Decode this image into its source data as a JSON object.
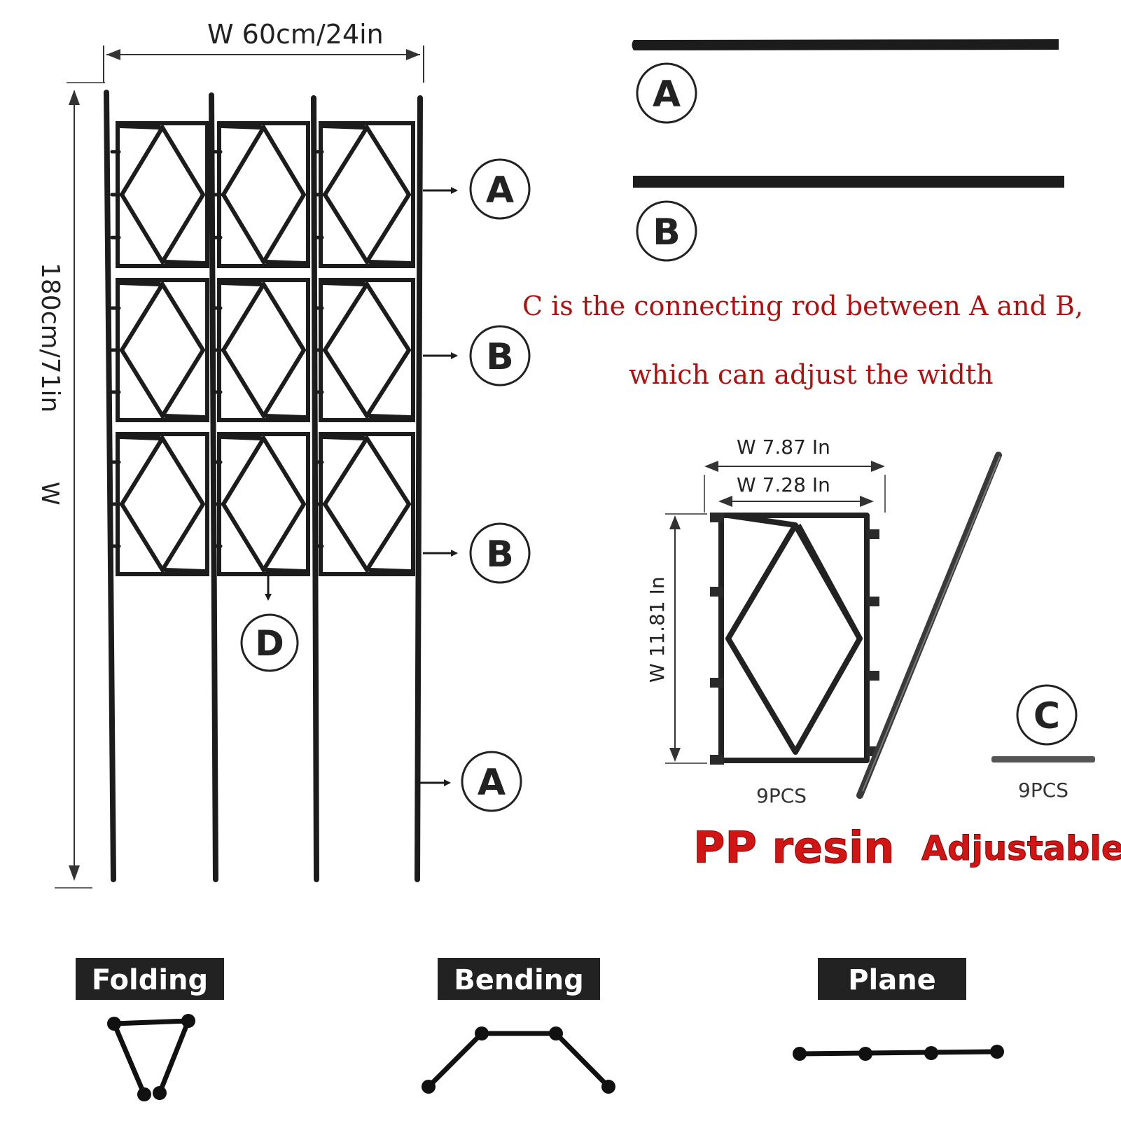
{
  "overall": {
    "width_label": "W 60cm/24in",
    "height_label": "180cm/71in",
    "height_prefix": "W"
  },
  "parts": {
    "a": "A",
    "b": "B",
    "c": "C",
    "d": "D"
  },
  "note": {
    "line1": "C is the connecting rod between A and B,",
    "line2": "which can adjust the width"
  },
  "panel_detail": {
    "outer_width": "W 7.87 In",
    "inner_width": "W 7.28 In",
    "height": "W 11.81 In",
    "panel_qty": "9PCS",
    "connector_qty": "9PCS"
  },
  "features": {
    "material": "PP resin",
    "adjustable": "Adjustable"
  },
  "modes": {
    "folding": "Folding",
    "bending": "Bending",
    "plane": "Plane"
  },
  "colors": {
    "frame": "#1c1c1c",
    "note_red": "#b01010",
    "title_red": "#d11414",
    "tag_bg": "#222222"
  }
}
